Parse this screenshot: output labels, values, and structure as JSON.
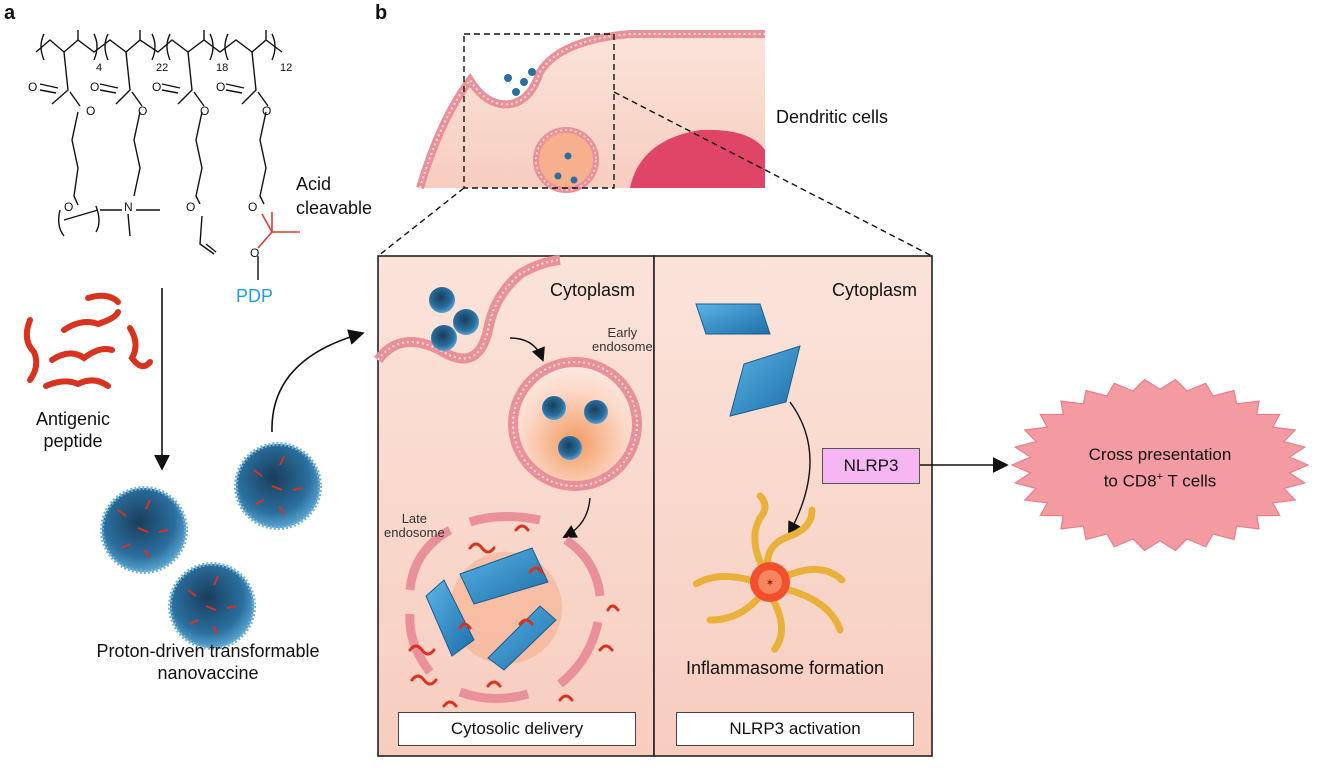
{
  "panel_a": {
    "letter": "a",
    "subscripts": [
      "4",
      "22",
      "18",
      "12"
    ],
    "atom_O": "O",
    "atom_N": "N",
    "acid_cleavable_line1": "Acid",
    "acid_cleavable_line2": "cleavable",
    "pdp_label": "PDP",
    "antigenic_line1": "Antigenic",
    "antigenic_line2": "peptide",
    "nanovaccine_line1": "Proton-driven transformable",
    "nanovaccine_line2": "nanovaccine"
  },
  "panel_b": {
    "letter": "b",
    "dendritic_cells": "Dendritic cells",
    "left": {
      "cytoplasm": "Cytoplasm",
      "early_endosome_line1": "Early",
      "early_endosome_line2": "endosome",
      "late_endosome_line1": "Late",
      "late_endosome_line2": "endosome",
      "box_label": "Cytosolic delivery"
    },
    "right": {
      "cytoplasm": "Cytoplasm",
      "nlrp3": "NLRP3",
      "inflammasome": "Inflammasome formation",
      "box_label": "NLRP3 activation"
    },
    "outcome_line1": "Cross presentation",
    "outcome_line2_pre": "to CD8",
    "outcome_sup": "+",
    "outcome_line2_post": " T cells"
  },
  "colors": {
    "pdp": "#1ea0e0",
    "acid_bond": "#e03a2f",
    "peptide": "#d9321f",
    "nanoparticle": "#2a6f9e",
    "membrane": "#e9909b",
    "cytoplasm": "#f9d9cf",
    "burst": "#f49aa2",
    "nlrp3_box": "#f6b6f3",
    "sheet": "#2f8fc7"
  }
}
